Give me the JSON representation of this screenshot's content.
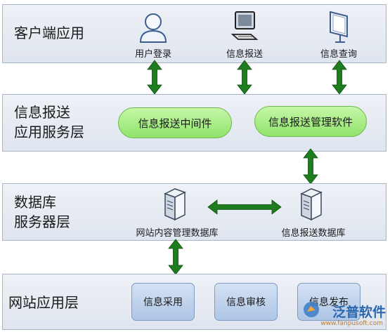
{
  "layers": {
    "client": {
      "title": "客户端应用",
      "user_login": "用户登录",
      "info_report": "信息报送",
      "info_query": "信息查询"
    },
    "service": {
      "title_line1": "信息报送",
      "title_line2": "应用服务层",
      "middleware": "信息报送中间件",
      "management": "信息报送管理软件"
    },
    "database": {
      "title_line1": "数据库",
      "title_line2": "服务器层",
      "cms_db": "网站内容管理数据库",
      "report_db": "信息报送数据库"
    },
    "website": {
      "title": "网站应用层",
      "adopt": "信息采用",
      "review": "信息审核",
      "publish": "信息发布"
    }
  },
  "watermark": {
    "brand": "泛普软件",
    "url": "www.fanpusoft.com"
  },
  "colors": {
    "arrow": "#1e7d1e",
    "pill": "#a6ec85",
    "box": "#bdd0ec"
  }
}
